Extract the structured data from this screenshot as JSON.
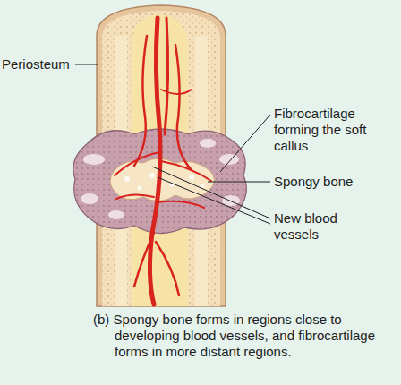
{
  "diagram": {
    "caption": "(b) Spongy bone forms in regions close to developing blood vessels, and fibrocartilage forms in more distant regions.",
    "labels": [
      "Periosteum",
      "Fibrocartilage forming the soft callus",
      "Spongy bone",
      "New blood vessels"
    ]
  }
}
